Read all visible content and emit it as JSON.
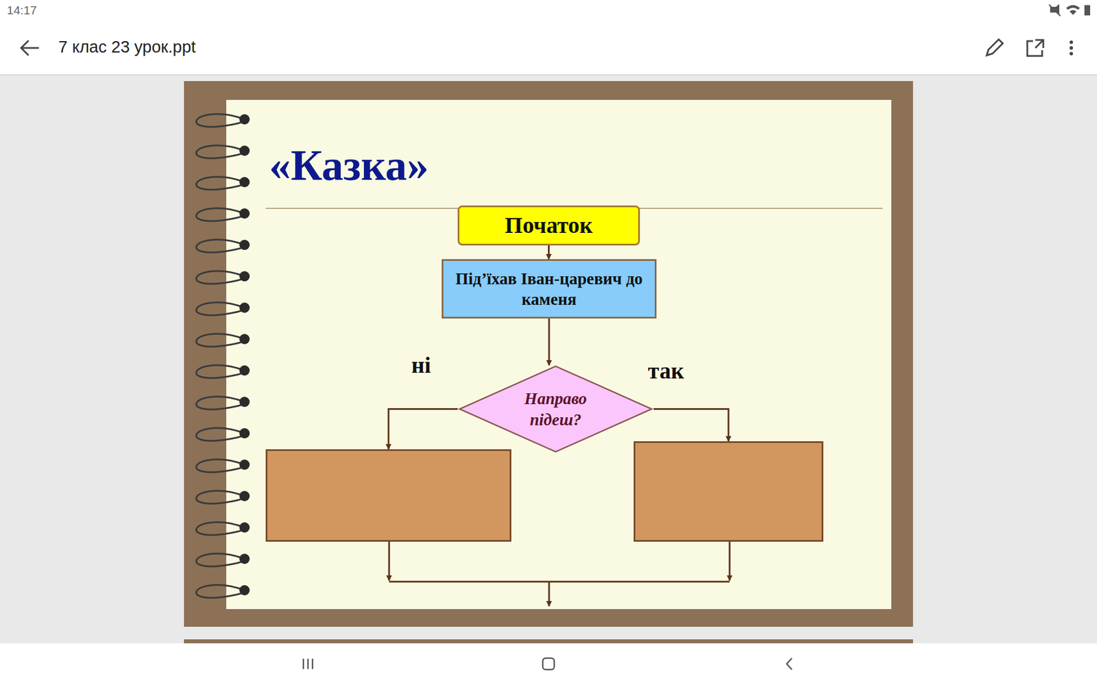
{
  "diagram": {
    "title": "«Казка»",
    "nodes": [
      {
        "text": [
          "Початок"
        ]
      },
      {
        "text": [
          "Під’їхав Іван-царевич до каменя"
        ]
      },
      {
        "text": [
          "Направо підеш?"
        ]
      },
      {
        "text": []
      },
      {
        "text": []
      }
    ],
    "edges": [
      {
        "from": 0,
        "to": 1,
        "arrow": "to"
      },
      {
        "from": 1,
        "to": 2,
        "arrow": "to"
      },
      {
        "from": 2,
        "to": 3,
        "label": "ні",
        "arrow": "to"
      },
      {
        "from": 2,
        "to": 4,
        "label": "так",
        "arrow": "to"
      }
    ],
    "labels": [
      "14:17",
      "7 клас 23 урок.ppt"
    ]
  }
}
